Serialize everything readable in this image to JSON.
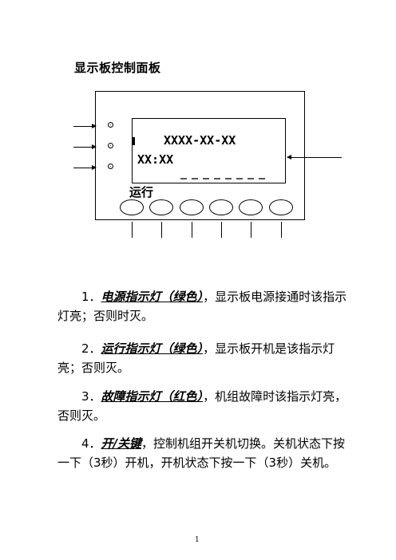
{
  "title": "显示板控制面板",
  "lcd": {
    "line1": "XXXX-XX-XX",
    "line2": "XX:XX"
  },
  "run_label": "运行",
  "items": [
    {
      "num": "1．",
      "term": "电源指示灯（绿色）",
      "desc": "，显示板电源接通时该指示灯亮；否则时灭。"
    },
    {
      "num": "2．",
      "term": "运行指示灯（绿色）",
      "desc": "，显示板开机是该指示灯亮；否则灭。"
    },
    {
      "num": "3．",
      "term": "故障指示灯（红色）",
      "desc": "，机组故障时该指示灯亮，否则灭。"
    },
    {
      "num": "4．",
      "term": "开/关键",
      "desc": "，控制机组开关机切换。关机状态下按一下（3秒）开机，开机状态下按一下（3秒）关机。"
    }
  ],
  "page_number": "1"
}
